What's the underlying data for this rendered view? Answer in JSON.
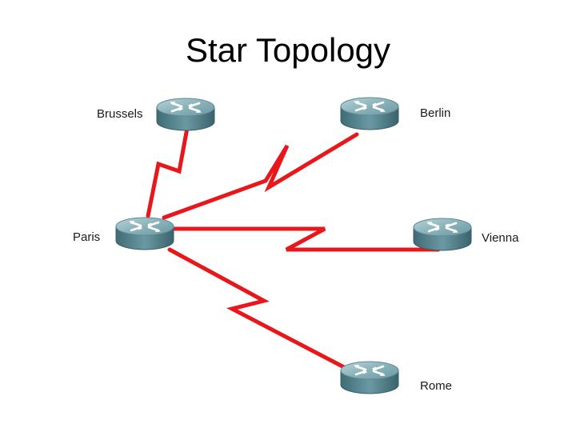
{
  "slide": {
    "title": "Star Topology"
  },
  "colors": {
    "link": "#e8171b",
    "router_top": "#8ab2ba",
    "router_side": "#4f7c86",
    "router_arrows": "#ffffff"
  },
  "routers": {
    "paris": {
      "label": "Paris",
      "icon": "router-icon"
    },
    "brussels": {
      "label": "Brussels",
      "icon": "router-icon"
    },
    "berlin": {
      "label": "Berlin",
      "icon": "router-icon"
    },
    "vienna": {
      "label": "Vienna",
      "icon": "router-icon"
    },
    "rome": {
      "label": "Rome",
      "icon": "router-icon"
    }
  },
  "links": [
    {
      "from": "Paris",
      "to": "Brussels",
      "type": "serial"
    },
    {
      "from": "Paris",
      "to": "Berlin",
      "type": "serial"
    },
    {
      "from": "Paris",
      "to": "Vienna",
      "type": "serial"
    },
    {
      "from": "Paris",
      "to": "Rome",
      "type": "serial"
    }
  ]
}
